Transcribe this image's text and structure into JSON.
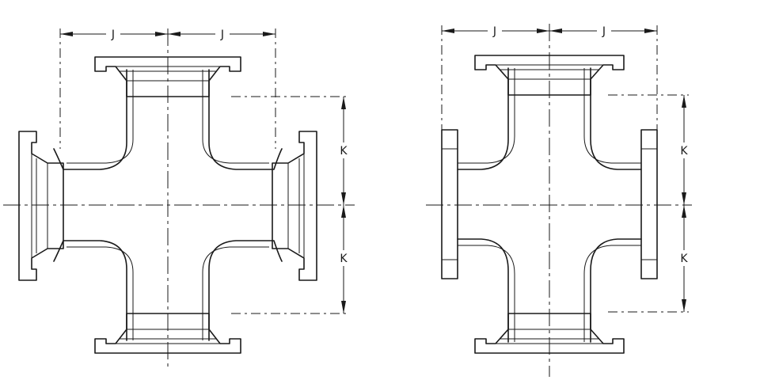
{
  "drawing": {
    "views": [
      {
        "name": "left-cross",
        "labels": {
          "j_left": "J",
          "j_right": "J",
          "k_upper": "K",
          "k_lower": "K"
        }
      },
      {
        "name": "right-cross",
        "labels": {
          "j_left": "J",
          "j_right": "J",
          "k_upper": "K",
          "k_lower": "K"
        }
      }
    ]
  }
}
